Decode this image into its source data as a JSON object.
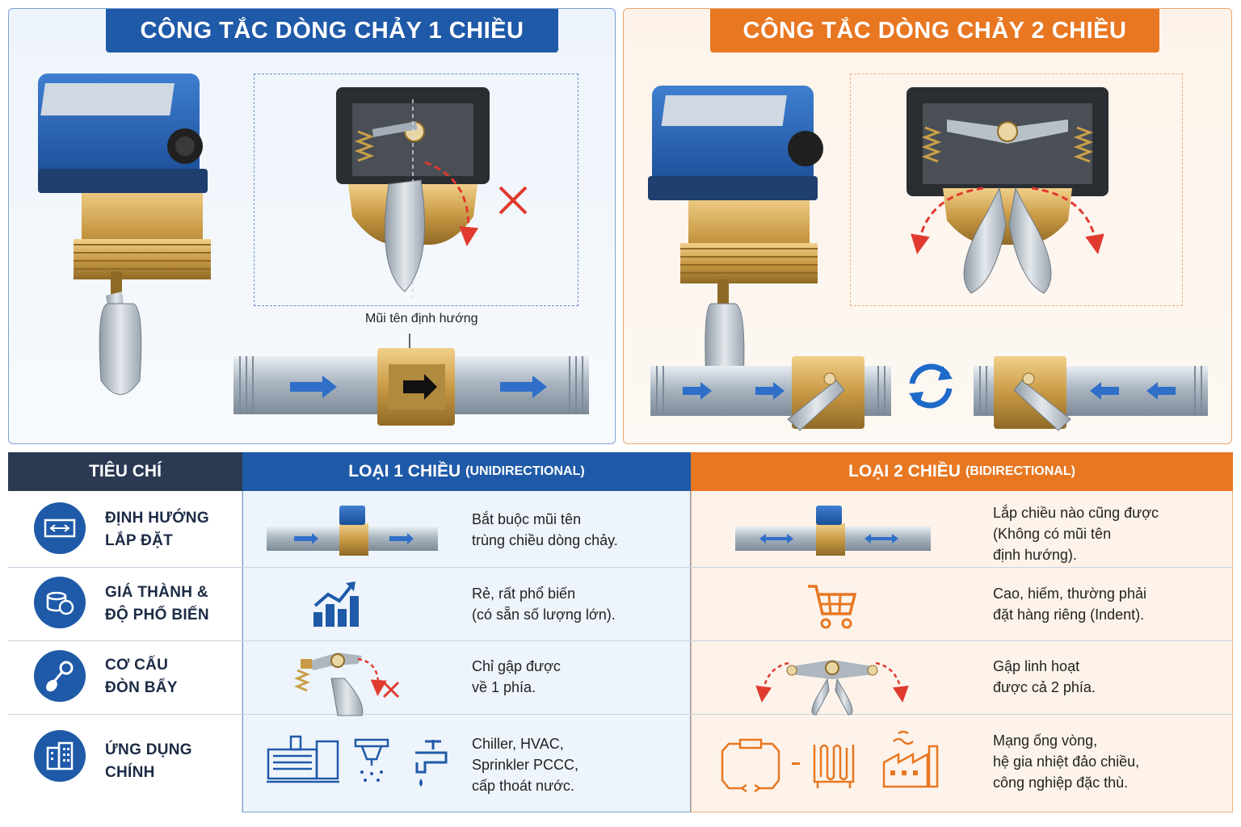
{
  "left_panel": {
    "title": "CÔNG TẮC DÒNG CHẢY 1 CHIỀU",
    "arrow_caption": "Mũi tên định hướng"
  },
  "right_panel": {
    "title": "CÔNG TẮC DÒNG CHẢY 2 CHIỀU"
  },
  "table": {
    "header": {
      "criteria": "TIÊU CHÍ",
      "uni_label": "LOẠI 1 CHIỀU",
      "uni_sub": "(UNIDIRECTIONAL)",
      "bi_label": "LOẠI 2 CHIỀU",
      "bi_sub": "(BIDIRECTIONAL)"
    },
    "rows": [
      {
        "criteria": [
          "ĐỊNH HƯỚNG",
          "LẮP ĐẶT"
        ],
        "icon": "pipe-arrows-icon",
        "uni": [
          "Bắt buộc mũi tên",
          "trùng chiều dòng chảy."
        ],
        "bi": [
          "Lắp chiều nào cũng được",
          "(Không có mũi tên",
          "định hướng)."
        ]
      },
      {
        "criteria": [
          "GIÁ THÀNH &",
          "ĐỘ PHỔ BIẾN"
        ],
        "icon": "coins-icon",
        "uni": [
          "Rẻ, rất phổ biến",
          "(có sẵn số lượng lớn)."
        ],
        "bi": [
          "Cao, hiếm, thường phải",
          "đặt hàng riêng (Indent)."
        ]
      },
      {
        "criteria": [
          "CƠ CẤU",
          "ĐÒN BẨY"
        ],
        "icon": "lever-icon",
        "uni": [
          "Chỉ gập được",
          "về 1 phía."
        ],
        "bi": [
          "Gập linh hoạt",
          "được cả 2 phía."
        ]
      },
      {
        "criteria": [
          "ỨNG DỤNG",
          "CHÍNH"
        ],
        "icon": "building-icon",
        "uni": [
          "Chiller, HVAC,",
          "Sprinkler PCCC,",
          "cấp thoát nước."
        ],
        "bi": [
          "Mạng ống vòng,",
          "hệ gia nhiệt đảo chiều,",
          "công nghiệp đặc thù."
        ]
      }
    ]
  },
  "colors": {
    "blue": "#1f5aa8",
    "orange": "#e87722",
    "red": "#e03a2f",
    "brass": "#c99a45"
  }
}
